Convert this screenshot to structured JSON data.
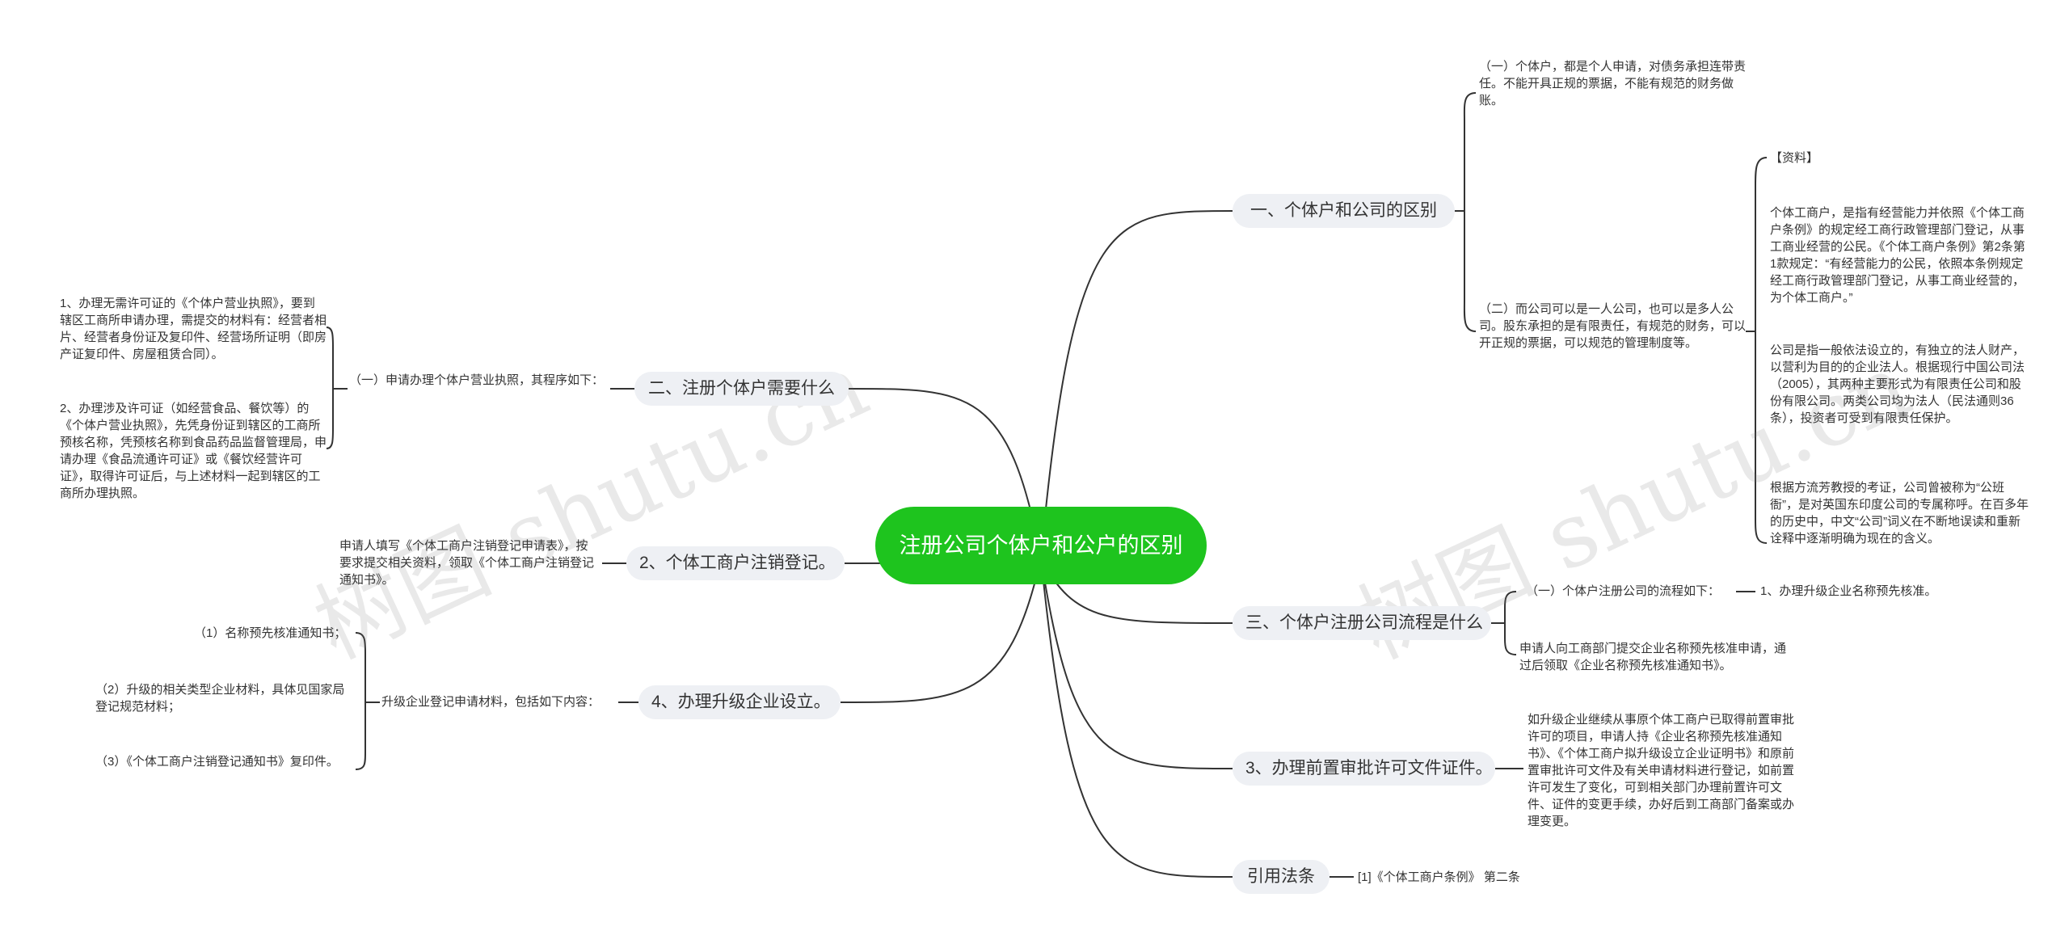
{
  "root": {
    "title": "注册公司个体户和公户的区别"
  },
  "branches": {
    "b1": {
      "label": "一、个体户和公司的区别",
      "c1": "（一）个体户，都是个人申请，对债务承担连带责任。不能开具正规的票据，不能有规范的财务做账。",
      "c2": "（二）而公司可以是一人公司，也可以是多人公司。股东承担的是有限责任，有规范的财务，可以开正规的票据，可以规范的管理制度等。",
      "ref_title": "【资料】",
      "ref1": "个体工商户，是指有经营能力并依照《个体工商户条例》的规定经工商行政管理部门登记，从事工商业经营的公民。《个体工商户条例》第2条第1款规定：“有经营能力的公民，依照本条例规定经工商行政管理部门登记，从事工商业经营的，为个体工商户。”",
      "ref2": "公司是指一般依法设立的，有独立的法人财产，以营利为目的的企业法人。根据现行中国公司法（2005），其两种主要形式为有限责任公司和股份有限公司。两类公司均为法人（民法通则36条），投资者可受到有限责任保护。",
      "ref3": "根据方流芳教授的考证，公司曾被称为“公班衙”，是对英国东印度公司的专属称呼。在百多年的历史中，中文“公司”词义在不断地误读和重新诠释中逐渐明确为现在的含义。"
    },
    "b2": {
      "label": "二、注册个体户需要什么",
      "c1": "（一）申请办理个体户营业执照，其程序如下：",
      "g1": "1、办理无需许可证的《个体户营业执照》，要到辖区工商所申请办理，需提交的材料有：经营者相片、经营者身份证及复印件、经营场所证明（即房产证复印件、房屋租赁合同）。",
      "g2": "2、办理涉及许可证（如经营食品、餐饮等）的《个体户营业执照》，先凭身份证到辖区的工商所预核名称，凭预核名称到食品药品监督管理局，申请办理《食品流通许可证》或《餐饮经营许可证》，取得许可证后，与上述材料一起到辖区的工商所办理执照。"
    },
    "b3": {
      "label": "2、个体工商户注销登记。",
      "c1": "申请人填写《个体工商户注销登记申请表》，按要求提交相关资料，领取《个体工商户注销登记通知书》。"
    },
    "b4": {
      "label": "4、办理升级企业设立。",
      "c1": "升级企业登记申请材料，包括如下内容：",
      "g1": "（1）名称预先核准通知书；",
      "g2": "（2）升级的相关类型企业材料，具体见国家局登记规范材料；",
      "g3": "（3）《个体工商户注销登记通知书》复印件。"
    },
    "b5": {
      "label": "三、个体户注册公司流程是什么",
      "c1": "（一）个体户注册公司的流程如下：",
      "g1": "1、办理升级企业名称预先核准。",
      "c2": "申请人向工商部门提交企业名称预先核准申请，通过后领取《企业名称预先核准通知书》。"
    },
    "b6": {
      "label": "3、办理前置审批许可文件证件。",
      "c1": "如升级企业继续从事原个体工商户已取得前置审批许可的项目，申请人持《企业名称预先核准通知书》、《个体工商户拟升级设立企业证明书》和原前置审批许可文件及有关申请材料进行登记，如前置许可发生了变化，可到相关部门办理前置许可文件、证件的变更手续，办好后到工商部门备案或办理变更。"
    },
    "b7": {
      "label": "引用法条",
      "c1": "[1]《个体工商户条例》 第二条"
    }
  },
  "watermarks": [
    "树图 shutu.cn",
    "树图 shutu.cn"
  ],
  "colors": {
    "root_bg": "#1ec41e",
    "branch_bg": "#eef0f4",
    "line": "#333333",
    "watermark": "#bbbbbb"
  }
}
